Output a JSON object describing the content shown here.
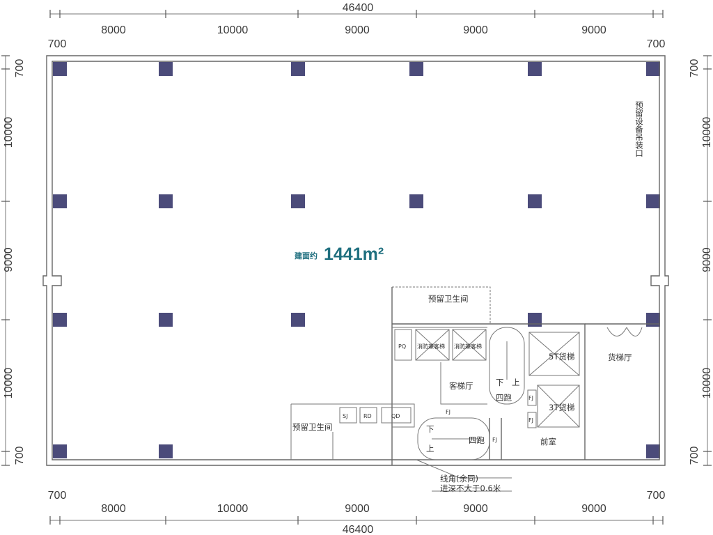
{
  "dimensions": {
    "overall": "46400",
    "top_bays": [
      "700",
      "8000",
      "10000",
      "9000",
      "9000",
      "9000",
      "700"
    ],
    "bottom_bays": [
      "700",
      "8000",
      "10000",
      "9000",
      "9000",
      "9000",
      "700"
    ],
    "left_bays": [
      "700",
      "10000",
      "9000",
      "10000",
      "700"
    ],
    "right_bays": [
      "700",
      "10000",
      "9000",
      "10000",
      "700"
    ]
  },
  "area": {
    "prefix": "建面约",
    "value": "1441m²"
  },
  "labels": {
    "hoist": "预留设备吊装口",
    "wc_top": "预留卫生间",
    "wc_bottom": "预留卫生间",
    "passenger_hall": "客梯厅",
    "freight_hall": "货梯厅",
    "freight_5t": "5T货梯",
    "freight_3t": "3T货梯",
    "antechamber": "前室",
    "stair_a": "四跑",
    "stair_b": "四跑",
    "stair_up_a": "上",
    "stair_down_a": "下",
    "stair_up_b": "上",
    "stair_down_b": "下",
    "fire_elev_1": "消防兼客梯",
    "fire_elev_2": "消防兼客梯",
    "pq": "PQ",
    "fj_1": "FJ",
    "fj_2": "FJ",
    "fj_3": "FJ",
    "fj_4": "FJ",
    "sj": "SJ",
    "rd": "RD",
    "qd": "QD",
    "note_1": "线角(余同)",
    "note_2": "进深不大于0.6米"
  },
  "colors": {
    "column": "#4b4b7a",
    "wall": "#666666",
    "area_value": "#1f6f7f"
  }
}
